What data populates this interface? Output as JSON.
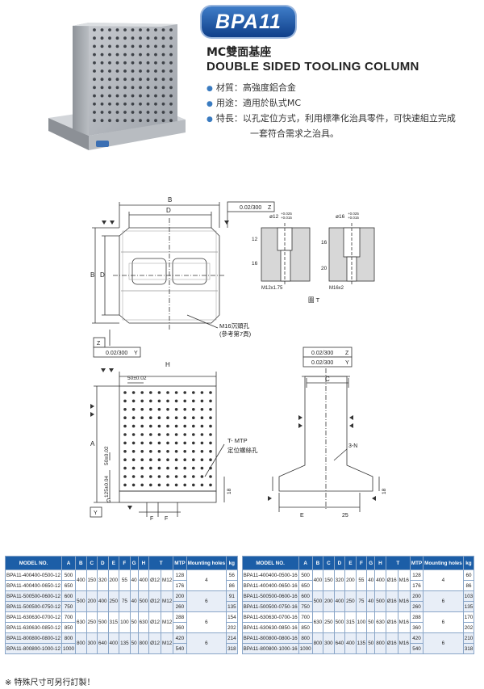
{
  "header": {
    "badge": "BPA11",
    "title_zh": "MC雙面基座",
    "title_en": "DOUBLE SIDED TOOLING COLUMN"
  },
  "specs": [
    "材質：高強度鋁合金",
    "用途：適用於臥式MC",
    "特長：以孔定位方式，利用標準化治具零件，可快速組立完成",
    "一套符合需求之治具。"
  ],
  "drawing_labels": {
    "top_B": "B",
    "top_D": "D",
    "left_B": "B",
    "left_D": "D",
    "flatness_top": "0.02/300",
    "flatness_top_ref": "Z",
    "flatness_left": "0.02/300",
    "flatness_left_ref": "Y",
    "datum_z": "Z",
    "m16_hole": "M16沉頭孔",
    "m16_ref": "(參考第7頁)",
    "detail1_dia": "ø12",
    "detail1_tol_plus": "+0.025",
    "detail1_tol_minus": "+0.015",
    "detail1_d12": "12",
    "detail1_d16": "16",
    "detail1_thread": "M12x1.75",
    "detail2_dia": "ø16",
    "detail2_tol_plus": "+0.025",
    "detail2_tol_minus": "+0.015",
    "detail2_d16": "16",
    "detail2_d20": "20",
    "detail2_thread": "M16x2",
    "detail_caption": "圖 T",
    "front_H": "H",
    "front_50": "50±0.02",
    "front_A": "A",
    "front_50v": "50±0.02",
    "front_125": "125±0.04",
    "front_18": "18",
    "front_G": "G",
    "front_F1": "F",
    "front_F2": "F",
    "front_Y": "Y",
    "tmtp": "T- MTP",
    "tmtp_zh": "定位螺絲孔",
    "side_parallel": "0.02/300",
    "side_parallel_ref": "Z",
    "side_perp": "0.02/300",
    "side_perp_ref": "Y",
    "side_C": "C",
    "side_3N": "3-N",
    "side_18": "18",
    "side_E": "E",
    "side_25": "25"
  },
  "table": {
    "headers": [
      "MODEL NO.",
      "A",
      "B",
      "C",
      "D",
      "E",
      "F",
      "G",
      "H",
      "T",
      "MTP",
      "Mounting holes",
      "kg"
    ],
    "left_rows": [
      {
        "model": "BPA11-400400-0500-12",
        "A": "500",
        "B": "400",
        "C": "150",
        "D": "320",
        "E": "200",
        "F": "55",
        "G": "40",
        "H": "400",
        "d": "Ø12",
        "T": "M12",
        "MTP": "128",
        "holes": "4",
        "kg": "56"
      },
      {
        "model": "BPA11-400400-0650-12",
        "A": "650",
        "MTP": "176",
        "kg": "86"
      },
      {
        "model": "BPA11-500500-0600-12",
        "A": "600",
        "B": "500",
        "C": "200",
        "D": "400",
        "E": "250",
        "F": "75",
        "G": "40",
        "H": "500",
        "d": "Ø12",
        "T": "M12",
        "MTP": "200",
        "holes": "6",
        "kg": "91"
      },
      {
        "model": "BPA11-500500-0750-12",
        "A": "750",
        "MTP": "260",
        "kg": "135"
      },
      {
        "model": "BPA11-630630-0700-12",
        "A": "700",
        "B": "630",
        "C": "250",
        "D": "500",
        "E": "315",
        "F": "100",
        "G": "50",
        "H": "630",
        "d": "Ø12",
        "T": "M12",
        "MTP": "288",
        "holes": "6",
        "kg": "154"
      },
      {
        "model": "BPA11-630630-0850-12",
        "A": "850",
        "MTP": "360",
        "kg": "202"
      },
      {
        "model": "BPA11-800800-0800-12",
        "A": "800",
        "B": "800",
        "C": "300",
        "D": "640",
        "E": "400",
        "F": "135",
        "G": "50",
        "H": "800",
        "d": "Ø12",
        "T": "M12",
        "MTP": "420",
        "holes": "6",
        "kg": "214"
      },
      {
        "model": "BPA11-800800-1000-12",
        "A": "1000",
        "MTP": "540",
        "kg": "318"
      }
    ],
    "right_rows": [
      {
        "model": "BPA11-400400-0500-16",
        "A": "500",
        "B": "400",
        "C": "150",
        "D": "320",
        "E": "200",
        "F": "55",
        "G": "40",
        "H": "400",
        "d": "Ø16",
        "T": "M16",
        "MTP": "128",
        "holes": "4",
        "kg": "60"
      },
      {
        "model": "BPA11-400400-0650-16",
        "A": "650",
        "MTP": "176",
        "kg": "86"
      },
      {
        "model": "BPA11-500500-0600-16",
        "A": "600",
        "B": "500",
        "C": "200",
        "D": "400",
        "E": "250",
        "F": "75",
        "G": "40",
        "H": "500",
        "d": "Ø16",
        "T": "M16",
        "MTP": "200",
        "holes": "6",
        "kg": "103"
      },
      {
        "model": "BPA11-500500-0750-16",
        "A": "750",
        "MTP": "260",
        "kg": "135"
      },
      {
        "model": "BPA11-630630-0700-16",
        "A": "700",
        "B": "630",
        "C": "250",
        "D": "500",
        "E": "315",
        "F": "100",
        "G": "50",
        "H": "630",
        "d": "Ø16",
        "T": "M16",
        "MTP": "288",
        "holes": "6",
        "kg": "170"
      },
      {
        "model": "BPA11-630630-0850-16",
        "A": "850",
        "MTP": "360",
        "kg": "202"
      },
      {
        "model": "BPA11-800800-0800-16",
        "A": "800",
        "B": "800",
        "C": "300",
        "D": "640",
        "E": "400",
        "F": "135",
        "G": "50",
        "H": "800",
        "d": "Ø16",
        "T": "M16",
        "MTP": "420",
        "holes": "6",
        "kg": "210"
      },
      {
        "model": "BPA11-800800-1000-16",
        "A": "1000",
        "MTP": "540",
        "kg": "318"
      }
    ]
  },
  "footnote": "※ 特殊尺寸可另行訂製！",
  "colors": {
    "accent": "#1c5ea7",
    "row_alt": "#e8eef7"
  }
}
